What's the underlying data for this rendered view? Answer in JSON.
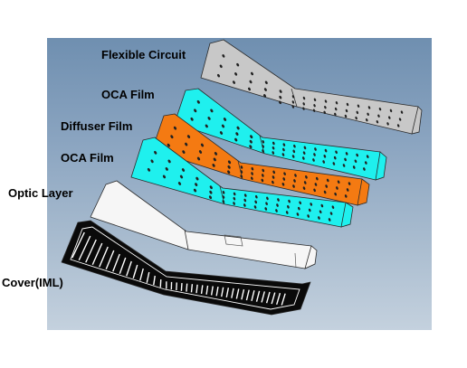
{
  "layers": [
    {
      "id": "flexible-circuit",
      "label": "Flexible Circuit",
      "color": "#c8c8c8"
    },
    {
      "id": "oca-film-top",
      "label": "OCA Film",
      "color": "#1ff0ee"
    },
    {
      "id": "diffuser-film",
      "label": "Diffuser Film",
      "color": "#f47a12"
    },
    {
      "id": "oca-film-bottom",
      "label": "OCA Film",
      "color": "#1ff0ee"
    },
    {
      "id": "optic-layer",
      "label": "Optic Layer",
      "color": "#f6f6f6"
    },
    {
      "id": "cover-iml",
      "label": "Cover(IML)",
      "color": "#0a0a0a"
    }
  ],
  "colors": {
    "background": "#ffffff",
    "panel": "#8aa4c0",
    "hole": "#222222",
    "hole_on_black": "#ffffff"
  }
}
